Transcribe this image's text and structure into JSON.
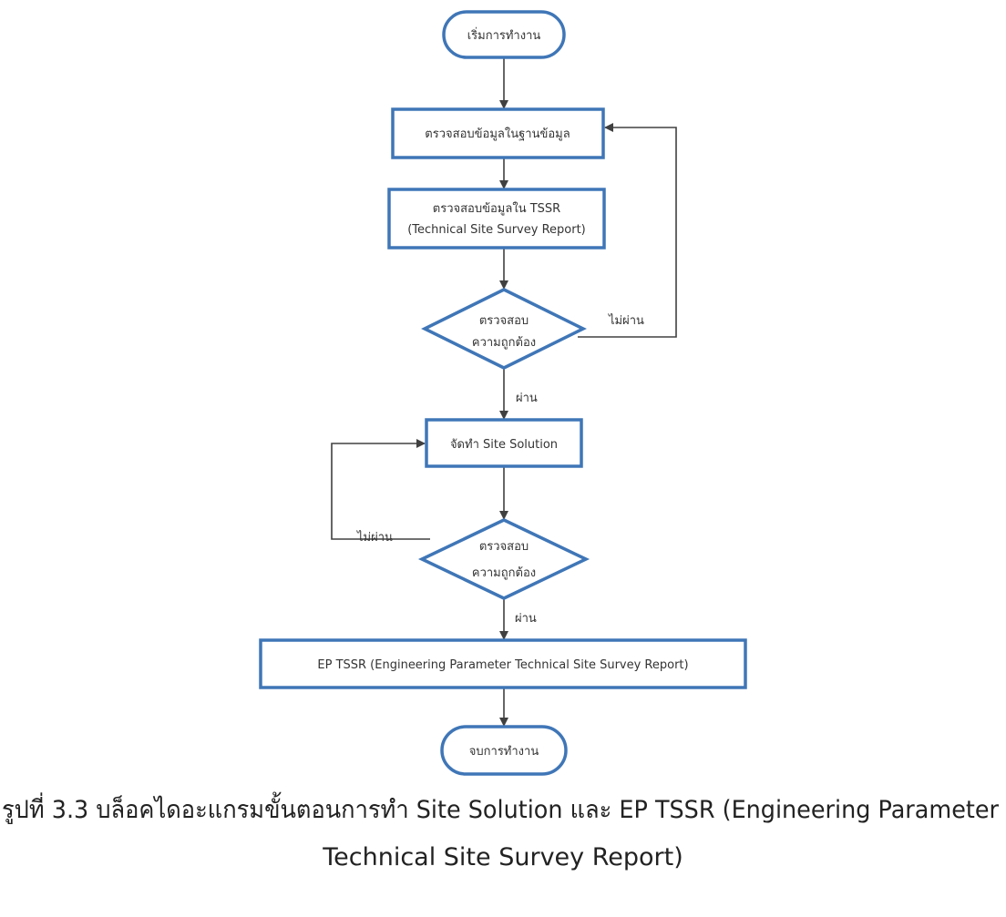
{
  "diagram": {
    "start": "เริ่มการทำงาน",
    "check_database": "ตรวจสอบข้อมูลในฐานข้อมูล",
    "check_tssr_line1": "ตรวจสอบข้อมูลใน TSSR",
    "check_tssr_line2": "(Technical Site Survey Report)",
    "decision1_line1": "ตรวจสอบ",
    "decision1_line2": "ความถูกต้อง",
    "decision1_fail": "ไม่ผ่าน",
    "decision1_pass": "ผ่าน",
    "site_solution": "จัดทำ Site Solution",
    "decision2_line1": "ตรวจสอบ",
    "decision2_line2": "ความถูกต้อง",
    "decision2_fail": "ไม่ผ่าน",
    "decision2_pass": "ผ่าน",
    "ep_tssr": "EP TSSR (Engineering Parameter Technical Site Survey Report)",
    "end": "จบการทำงาน"
  },
  "caption": {
    "line1": "รูปที่ 3.3 บล็อคไดอะแกรมขั้นตอนการทำ Site Solution และ EP TSSR (Engineering Parameter",
    "line2": "Technical Site Survey Report)"
  }
}
